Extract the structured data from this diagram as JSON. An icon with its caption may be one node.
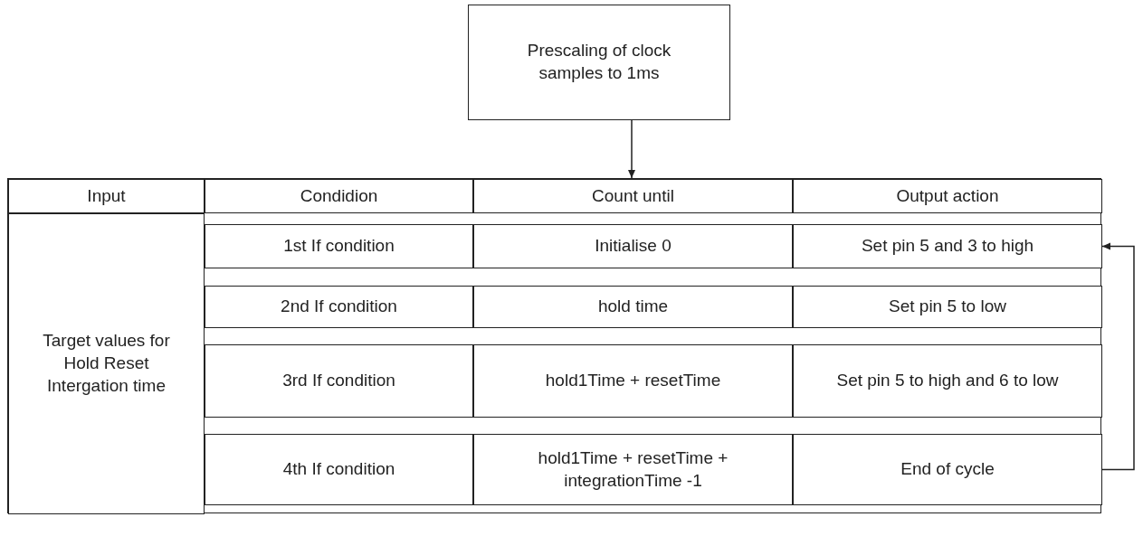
{
  "diagram": {
    "nodes": [
      {
        "text": [
          "Prescaling of clock samples to 1ms"
        ]
      },
      {
        "text": [],
        "shape": "box"
      },
      {
        "text": [
          "Input"
        ],
        "in": 1
      },
      {
        "text": [
          "Condidion"
        ],
        "in": 1
      },
      {
        "text": [
          "Count until"
        ],
        "in": 1
      },
      {
        "text": [
          "Output action"
        ],
        "in": 1
      },
      {
        "text": [
          "Target values for Hold Reset Intergation time"
        ],
        "in": 1
      },
      {
        "text": [
          "1st If condition"
        ],
        "in": 1
      },
      {
        "text": [
          "Initialise 0"
        ],
        "in": 1
      },
      {
        "text": [
          "Set pin 5 and 3 to high"
        ],
        "in": 1
      },
      {
        "text": [
          "2nd If condition"
        ],
        "in": 1
      },
      {
        "text": [
          "hold time"
        ],
        "in": 1
      },
      {
        "text": [
          "Set pin 5 to low"
        ],
        "in": 1
      },
      {
        "text": [
          "3rd If condition"
        ],
        "in": 1
      },
      {
        "text": [
          "hold1Time + resetTime"
        ],
        "in": 1
      },
      {
        "text": [
          "Set pin 5 to high and 6 to low"
        ],
        "in": 1
      },
      {
        "text": [
          "4th If condition"
        ],
        "in": 1
      },
      {
        "text": [
          "hold1Time + resetTime + integrationTime -1"
        ],
        "in": 1
      },
      {
        "text": [
          "End of cycle"
        ],
        "in": 1
      }
    ],
    "edges": [
      {
        "from": 0,
        "to": 1,
        "arrow": "to"
      },
      {
        "from": 18,
        "to": 9,
        "arrow": "to"
      }
    ]
  }
}
